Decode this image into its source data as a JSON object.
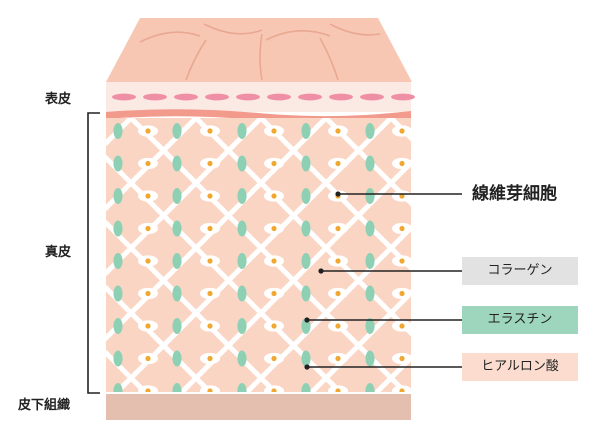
{
  "layers": {
    "epidermis": "表皮",
    "dermis": "真皮",
    "subcutaneous": "皮下組織"
  },
  "callouts": {
    "fibroblast": "線維芽細胞",
    "collagen": "コラーゲン",
    "elastin": "エラスチン",
    "hyaluronic_acid": "ヒアルロン酸"
  },
  "colors": {
    "dermis_fill": "#fbd5c3",
    "surface_fill": "#f8c7b3",
    "collagen_fiber": "#ffffff",
    "elastin": "#8ed0b4",
    "fibroblast_nucleus": "#f0a830",
    "basal_cells": "#ef8fa6",
    "basement_membrane": "#f29a8c",
    "subcutaneous_fill": "#e4bfb0",
    "collagen_box": "#e2e2e2",
    "elastin_box": "#9dd6bc",
    "hyaluronic_box": "#fbdccf"
  }
}
